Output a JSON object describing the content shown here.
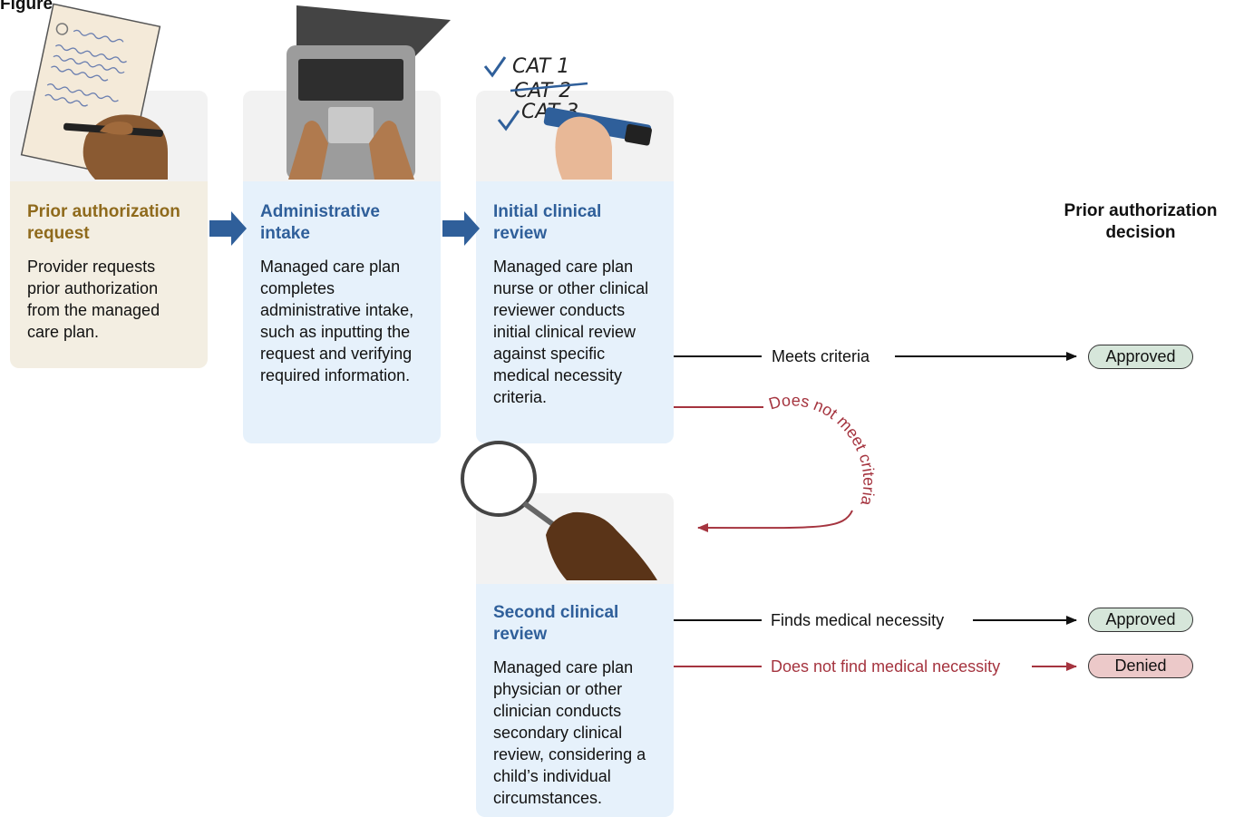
{
  "diagram": {
    "header_fragment": "Figure",
    "decision_heading": "Prior authorization decision",
    "steps": [
      {
        "title": "Prior authorization request",
        "description": "Provider requests prior authorization from the managed care plan."
      },
      {
        "title": "Administrative intake",
        "description": "Managed care plan completes administrative intake, such as inputting the request and verifying required information."
      },
      {
        "title": "Initial clinical review",
        "description": "Managed care plan nurse or other clinical reviewer conducts initial clinical review against specific medical necessity criteria."
      },
      {
        "title": "Second clinical review",
        "description": "Managed care plan physician or other clinician conducts secondary clinical review, considering a child’s individual circumstances."
      }
    ],
    "flows": {
      "meets": "Meets criteria",
      "not_meet": "Does not meet criteria",
      "finds": "Finds medical necessity",
      "not_find": "Does not find medical necessity"
    },
    "outcomes": {
      "approved_1": "Approved",
      "approved_2": "Approved",
      "denied": "Denied"
    },
    "illustration_text": [
      "CAT 1",
      "CAT 2",
      "CAT 3"
    ],
    "colors": {
      "beige_title": "#8f6a1c",
      "blue_title": "#2f5f9a",
      "arrow_blue": "#2f5f9a",
      "red": "#a5343f",
      "approved_fill": "#d6e6da",
      "denied_fill": "#ecc9c9"
    }
  }
}
